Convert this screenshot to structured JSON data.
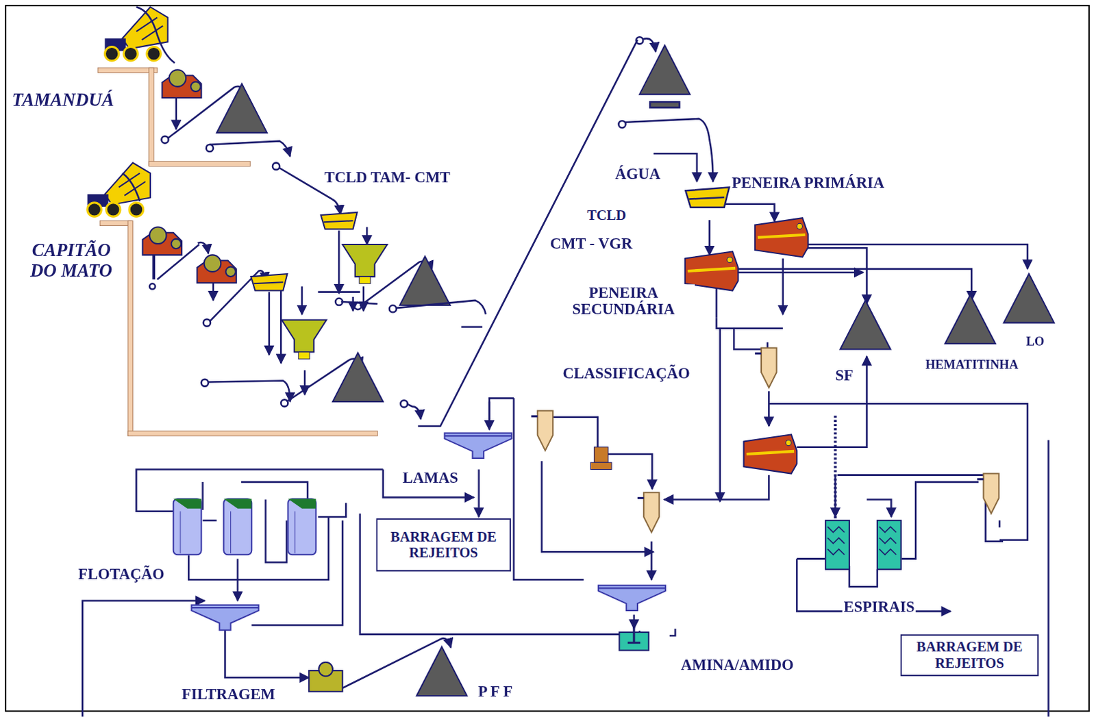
{
  "diagram": {
    "nodes": [
      {
        "text": [
          "BARRAGEM DE REJEITOS"
        ]
      },
      {
        "text": [
          "BARRAGEM DE REJEITOS"
        ]
      }
    ],
    "labels": [
      "TAMANDUÁ",
      "CAPITÃO DO MATO",
      "TCLD TAM- CMT",
      "ÁGUA",
      "PENEIRA PRIMÁRIA",
      "TCLD",
      "CMT - VGR",
      "PENEIRA SECUNDÁRIA",
      "CLASSIFICAÇÃO",
      "SF",
      "HEMATITINHA",
      "LO",
      "LAMAS",
      "FLOTAÇÃO",
      "ESPIRAIS",
      "AMINA/AMIDO",
      "FILTRAGEM",
      "P F F"
    ]
  }
}
